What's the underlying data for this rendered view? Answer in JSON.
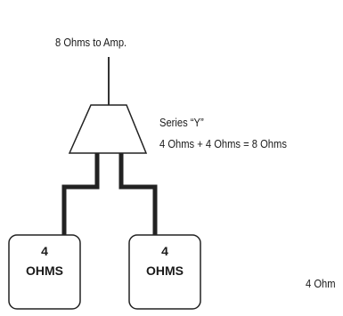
{
  "source": {
    "label": "8 Ohms to Amp."
  },
  "adapter": {
    "title": "Series “Y”",
    "equation": "4 Ohms + 4 Ohms = 8 Ohms"
  },
  "speakers": [
    {
      "value": "4",
      "unit": "OHMS"
    },
    {
      "value": "4",
      "unit": "OHMS"
    }
  ],
  "cut_off_label": "4 Ohm",
  "colors": {
    "ink": "#1a1a1a",
    "background": "#ffffff"
  }
}
